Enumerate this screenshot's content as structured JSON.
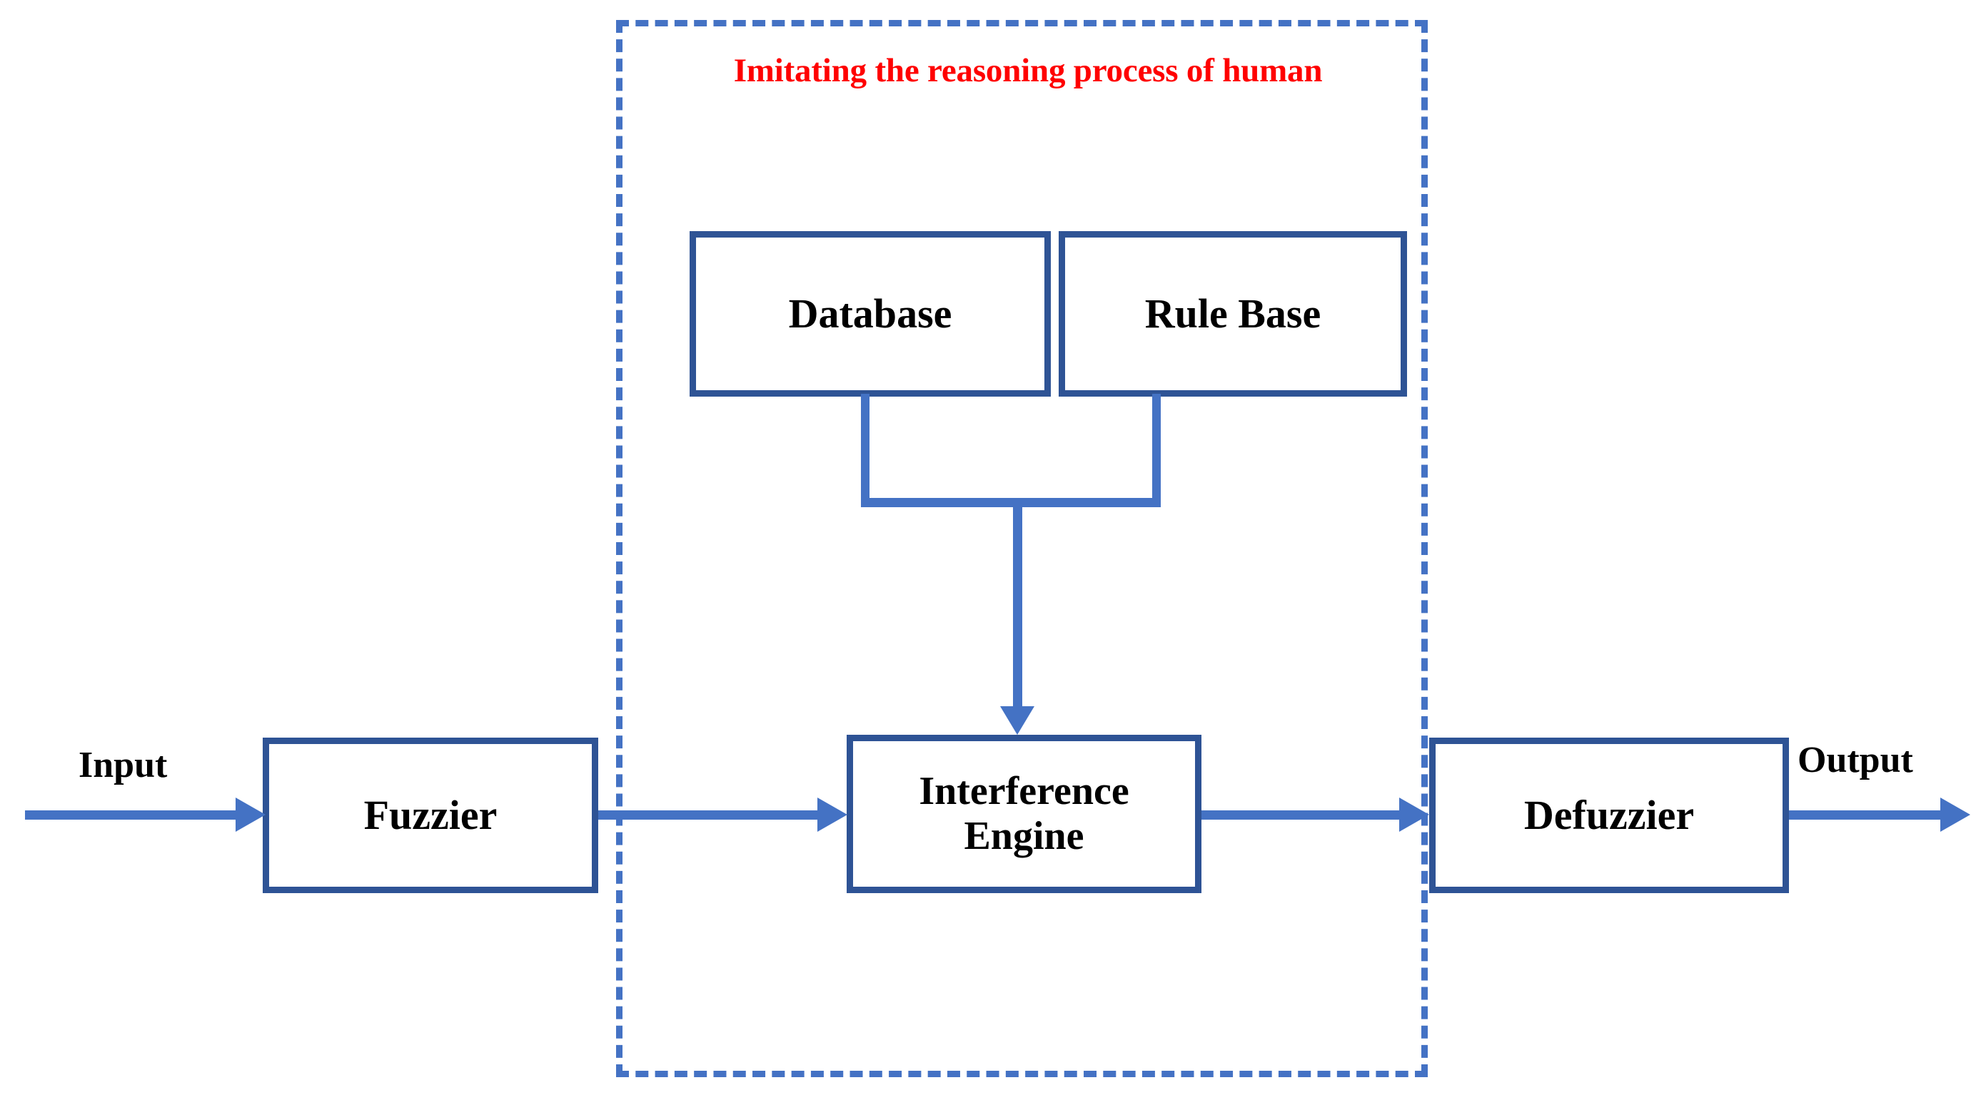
{
  "diagram": {
    "type": "fuzzy-logic-system-block-diagram",
    "background_color": "#ffffff",
    "colors": {
      "box_border": "#2E5395",
      "connector": "#4472C4",
      "dashed_boundary": "#4472C4",
      "title_text": "#FF0000",
      "label_text": "#000000"
    },
    "region": {
      "title": "Imitating the reasoning process of human",
      "border_style": "dashed"
    },
    "nodes": {
      "database": {
        "label": "Database"
      },
      "rule_base": {
        "label": "Rule Base"
      },
      "fuzzier": {
        "label": "Fuzzier"
      },
      "inference_engine": {
        "label": "Interference\nEngine"
      },
      "defuzzier": {
        "label": "Defuzzier"
      }
    },
    "edge_labels": {
      "input": "Input",
      "output": "Output"
    },
    "connections": [
      {
        "from": "input",
        "to": "fuzzier",
        "style": "arrow"
      },
      {
        "from": "fuzzier",
        "to": "inference_engine",
        "style": "arrow"
      },
      {
        "from": "inference_engine",
        "to": "defuzzier",
        "style": "arrow"
      },
      {
        "from": "defuzzier",
        "to": "output",
        "style": "arrow"
      },
      {
        "from": "database",
        "to": "inference_engine",
        "style": "arrow"
      },
      {
        "from": "rule_base",
        "to": "inference_engine",
        "style": "arrow"
      }
    ]
  }
}
